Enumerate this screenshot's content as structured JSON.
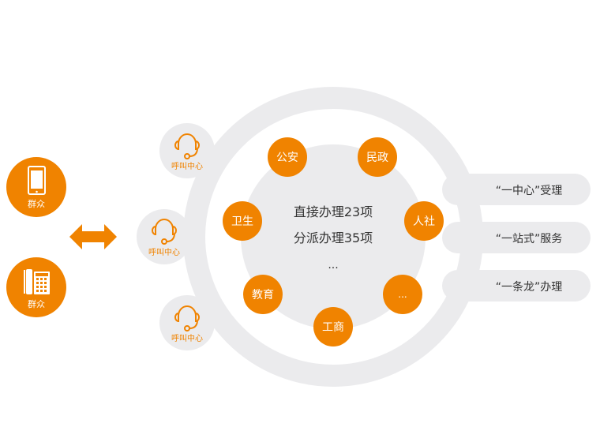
{
  "colors": {
    "accent": "#f08300",
    "ring": "#ebebed",
    "text": "#333333"
  },
  "citizens": [
    {
      "label": "群众",
      "icon": "mobile-phone-icon"
    },
    {
      "label": "群众",
      "icon": "desk-phone-icon"
    }
  ],
  "call_centers": [
    {
      "label": "呼叫中心",
      "icon": "headset-icon"
    },
    {
      "label": "呼叫中心",
      "icon": "headset-icon"
    },
    {
      "label": "呼叫中心",
      "icon": "headset-icon"
    }
  ],
  "center": {
    "line1": "直接办理23项",
    "line2": "分派办理35项",
    "line3": "..."
  },
  "departments": [
    "公安",
    "民政",
    "人社",
    "卫生",
    "教育",
    "工商",
    "..."
  ],
  "services": [
    "“一中心”受理",
    "“一站式”服务",
    "“一条龙”办理"
  ]
}
